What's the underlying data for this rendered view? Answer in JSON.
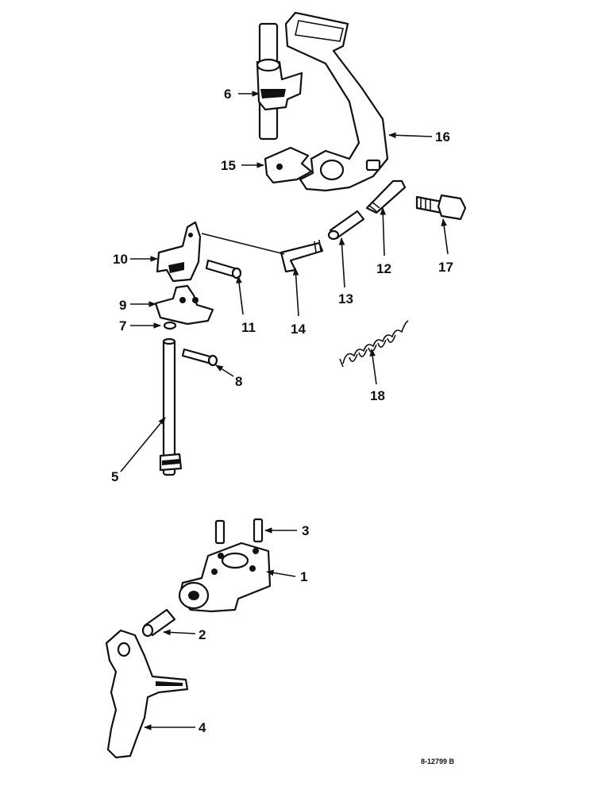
{
  "diagram": {
    "labels": {
      "p1": "1",
      "p2": "2",
      "p3": "3",
      "p4": "4",
      "p5": "5",
      "p6": "6",
      "p7": "7",
      "p8": "8",
      "p9": "9",
      "p10": "10",
      "p11": "11",
      "p12": "12",
      "p13": "13",
      "p14": "14",
      "p15": "15",
      "p16": "16",
      "p17": "17",
      "p18": "18"
    },
    "reference_code": "8-12799 B"
  }
}
